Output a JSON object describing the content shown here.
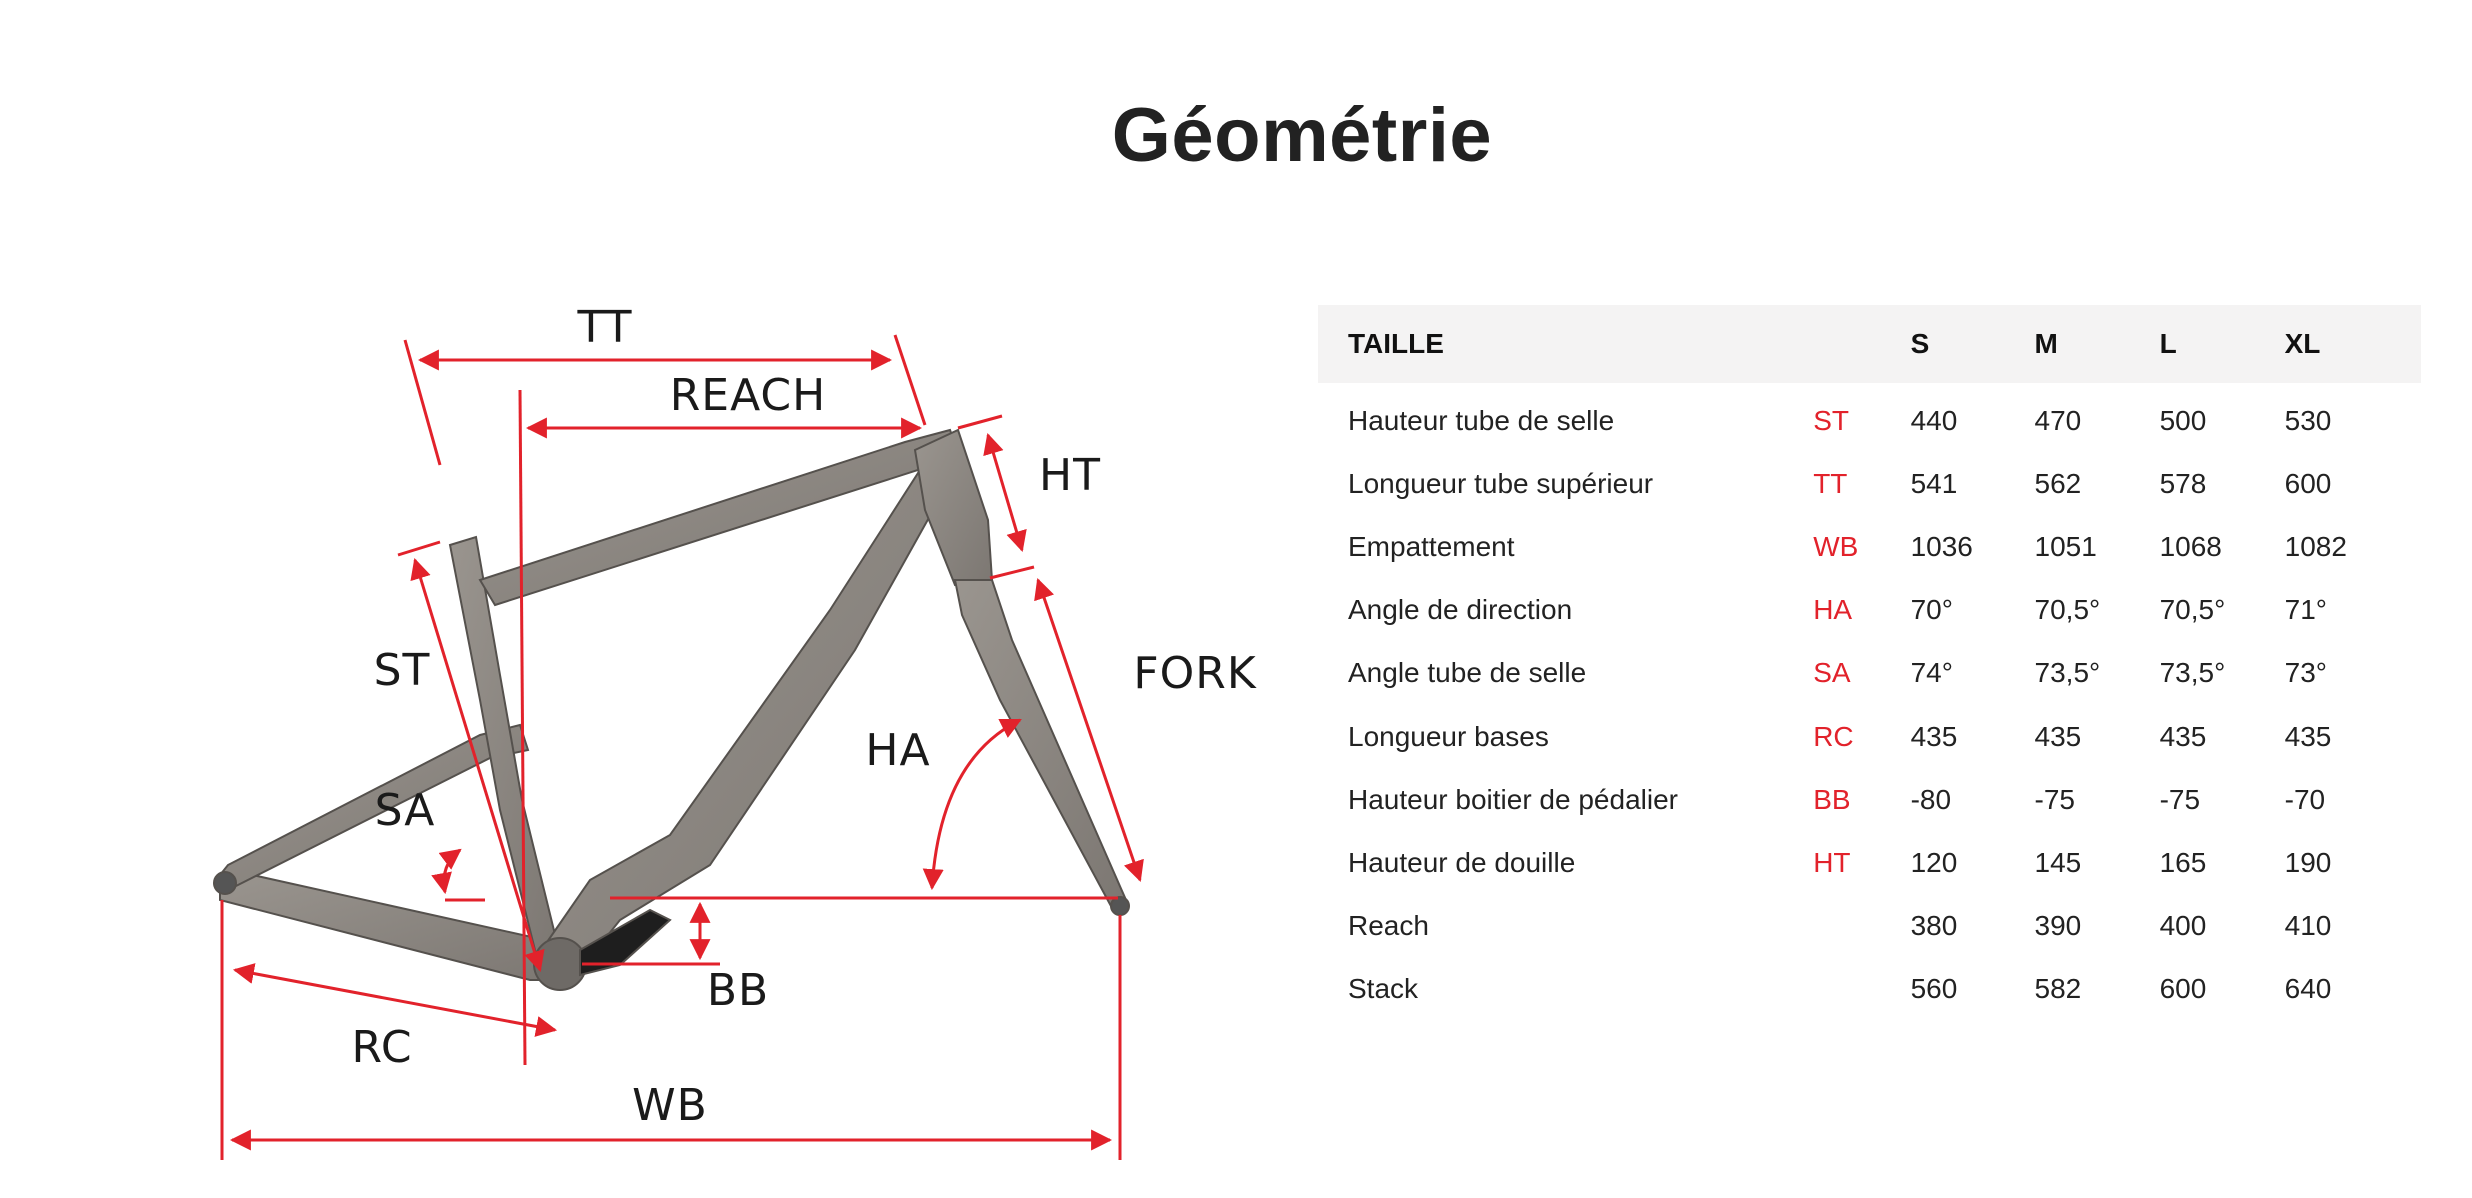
{
  "page": {
    "title": "Géométrie"
  },
  "diagram": {
    "labels": {
      "tt": "TT",
      "reach": "REACH",
      "ht": "HT",
      "st": "ST",
      "fork": "FORK",
      "ha": "HA",
      "sa": "SA",
      "bb": "BB",
      "rc": "RC",
      "wb": "WB"
    },
    "colors": {
      "dimension_line": "#e2222b",
      "frame": "#8a8580"
    }
  },
  "table": {
    "headers": [
      "TAILLE",
      "",
      "S",
      "M",
      "L",
      "XL"
    ],
    "rows": [
      {
        "name": "Hauteur tube de selle",
        "abbr": "ST",
        "values": [
          "440",
          "470",
          "500",
          "530"
        ]
      },
      {
        "name": "Longueur tube supérieur",
        "abbr": "TT",
        "values": [
          "541",
          "562",
          "578",
          "600"
        ]
      },
      {
        "name": "Empattement",
        "abbr": "WB",
        "values": [
          "1036",
          "1051",
          "1068",
          "1082"
        ]
      },
      {
        "name": "Angle de direction",
        "abbr": "HA",
        "values": [
          "70°",
          "70,5°",
          "70,5°",
          "71°"
        ]
      },
      {
        "name": "Angle tube de selle",
        "abbr": "SA",
        "values": [
          "74°",
          "73,5°",
          "73,5°",
          "73°"
        ]
      },
      {
        "name": "Longueur bases",
        "abbr": "RC",
        "values": [
          "435",
          "435",
          "435",
          "435"
        ]
      },
      {
        "name": "Hauteur boitier de pédalier",
        "abbr": "BB",
        "values": [
          "-80",
          "-75",
          "-75",
          "-70"
        ]
      },
      {
        "name": "Hauteur de douille",
        "abbr": "HT",
        "values": [
          "120",
          "145",
          "165",
          "190"
        ]
      },
      {
        "name": "Reach",
        "abbr": "",
        "values": [
          "380",
          "390",
          "400",
          "410"
        ]
      },
      {
        "name": "Stack",
        "abbr": "",
        "values": [
          "560",
          "582",
          "600",
          "640"
        ]
      }
    ],
    "colors": {
      "header_bg": "#f4f3f3",
      "abbr": "#e2222b"
    }
  }
}
